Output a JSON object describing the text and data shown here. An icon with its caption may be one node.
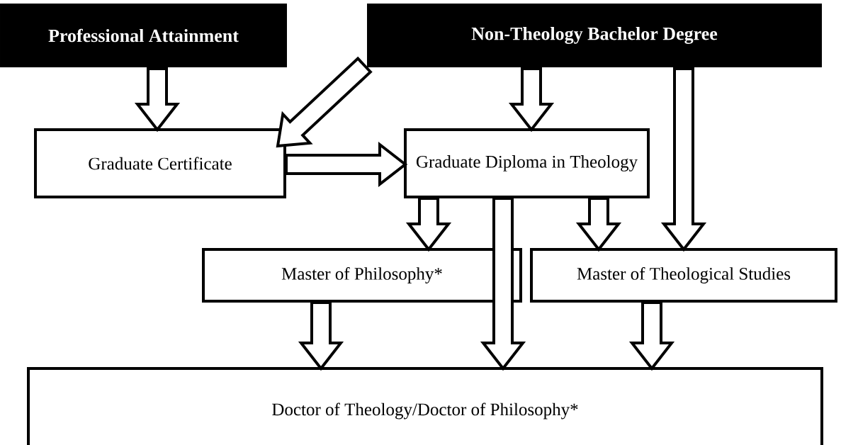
{
  "diagram": {
    "nodes": [
      {
        "text": [
          "Professional Attainment"
        ]
      },
      {
        "text": [
          "Non-Theology Bachelor Degree"
        ]
      },
      {
        "text": [
          "Graduate Certificate"
        ]
      },
      {
        "text": [
          "Graduate Diploma in Theology"
        ]
      },
      {
        "text": [
          "Master of Philosophy*"
        ]
      },
      {
        "text": [
          "Master of Theological Studies"
        ]
      },
      {
        "text": [
          "Doctor of Theology/Doctor of Philosophy*"
        ]
      }
    ],
    "edges": [
      {
        "from": 0,
        "to": 2,
        "arrow": "to"
      },
      {
        "from": 1,
        "to": 2,
        "arrow": "to"
      },
      {
        "from": 2,
        "to": 3,
        "arrow": "to"
      },
      {
        "from": 1,
        "to": 3,
        "arrow": "to"
      },
      {
        "from": 1,
        "to": 5,
        "arrow": "to"
      },
      {
        "from": 3,
        "to": 4,
        "arrow": "to"
      },
      {
        "from": 3,
        "to": 6,
        "arrow": "to"
      },
      {
        "from": 3,
        "to": 5,
        "arrow": "to"
      },
      {
        "from": 4,
        "to": 6,
        "arrow": "to"
      },
      {
        "from": 5,
        "to": 6,
        "arrow": "to"
      }
    ]
  }
}
